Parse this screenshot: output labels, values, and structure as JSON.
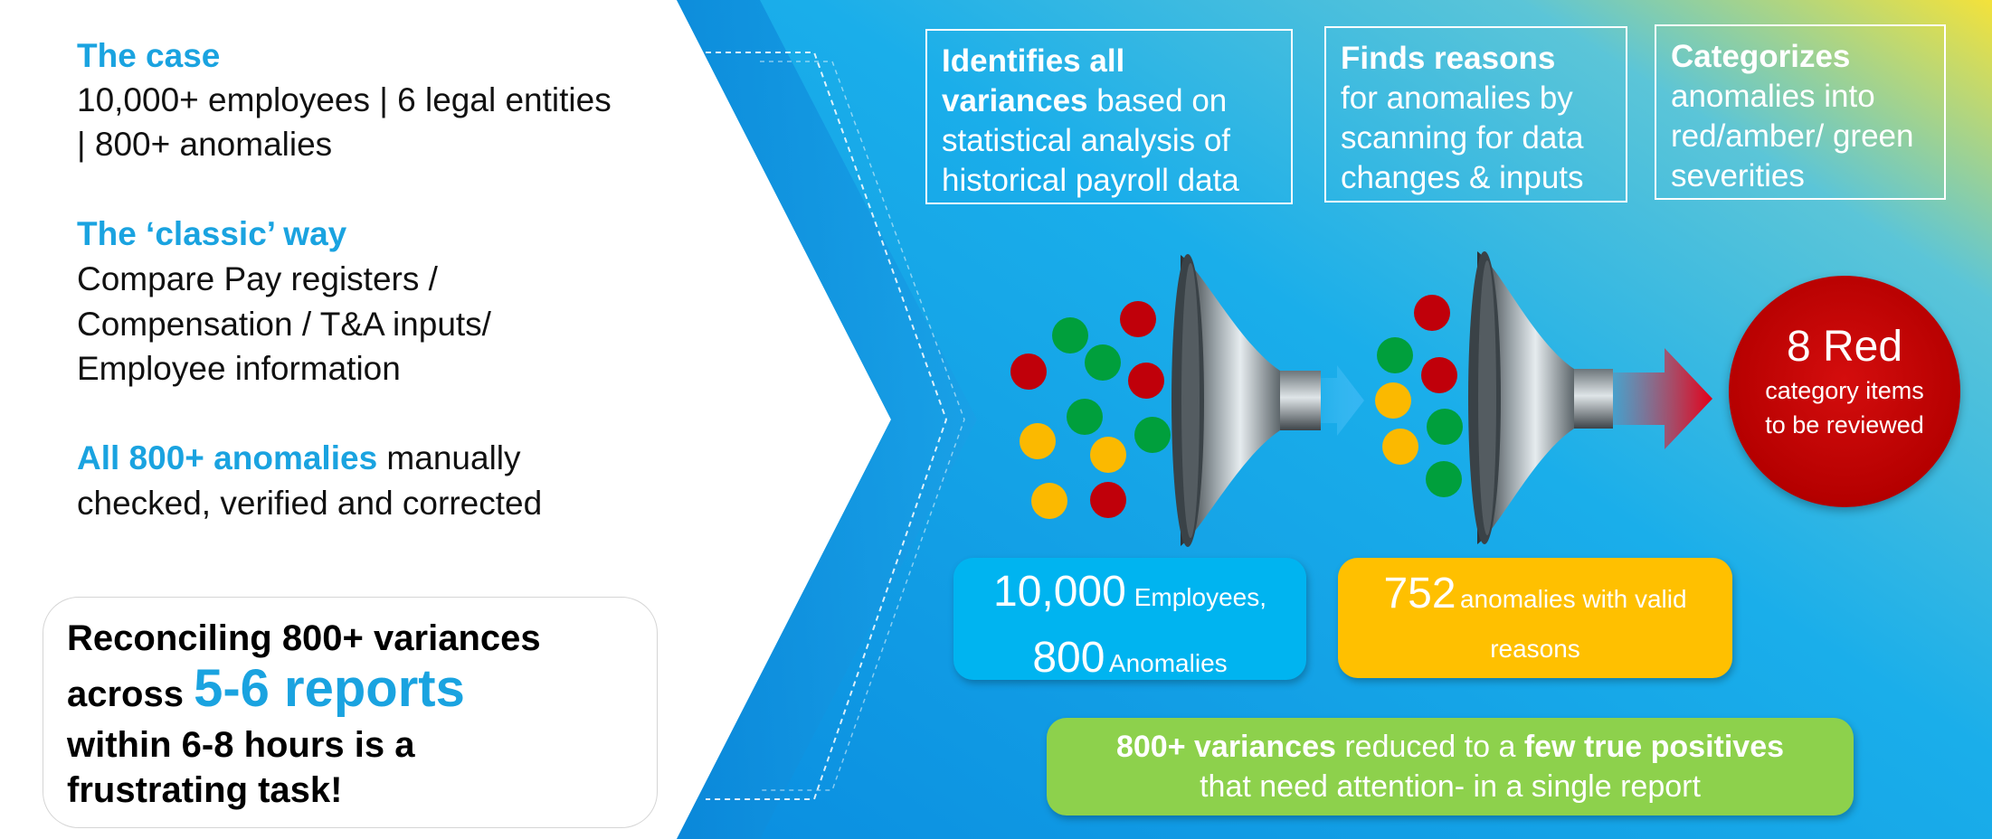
{
  "left": {
    "case_heading": "The case",
    "case_line1": "10,000+ employees | 6 legal entities",
    "case_line2": "| 800+ anomalies",
    "classic_heading": "The ‘classic’ way",
    "classic_line1": "Compare Pay registers /",
    "classic_line2": "Compensation / T&A inputs/",
    "classic_line3": "Employee information",
    "all_highlight": "All 800+ anomalies",
    "all_rest1": " manually",
    "all_line2": "checked, verified and corrected"
  },
  "callout": {
    "line1": "Reconciling 800+ variances",
    "line2_prefix": "across ",
    "line2_big": "5-6 reports",
    "line3": "within 6-8 hours is a",
    "line4": "frustrating task!"
  },
  "top_boxes": [
    {
      "bold1": "Identifies all",
      "bold2": "variances",
      "rest2": " based on",
      "line3": "statistical analysis of",
      "line4": "historical payroll data"
    },
    {
      "bold1": "Finds reasons",
      "line2": "for anomalies by",
      "line3": "scanning for data",
      "line4": "changes & inputs"
    },
    {
      "bold1": "Categorizes",
      "line2": "anomalies into",
      "line3": "red/amber/ green",
      "line4": "severities"
    }
  ],
  "box_employees": {
    "num1": "10,000",
    "label1": "Employees,",
    "num2": "800",
    "label2": "Anomalies"
  },
  "box_anomalies": {
    "num": "752",
    "label1": "anomalies with valid",
    "label2": "reasons"
  },
  "red_circle": {
    "title": "8 Red",
    "line1": "category items",
    "line2": "to be reviewed"
  },
  "green_box": {
    "bold1": "800+ variances",
    "mid": " reduced to a ",
    "bold2": "few true positives",
    "line2": "that need attention- in a single report"
  },
  "colors": {
    "accent": "#1aa3e0",
    "red": "#c0000a",
    "green": "#009f3c",
    "yellow": "#fbb900",
    "box_blue": "#00b4f0",
    "box_yellow": "#ffc000",
    "box_green": "#8dd14c"
  }
}
